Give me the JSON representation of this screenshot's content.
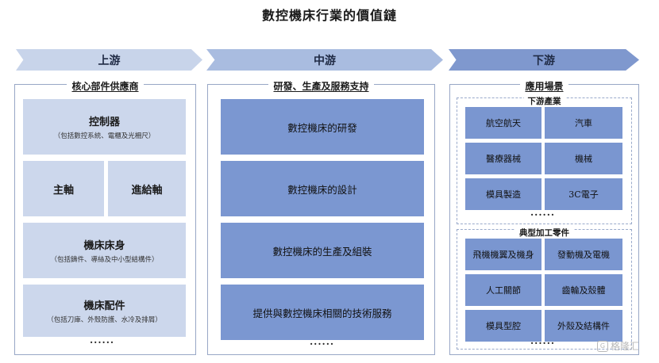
{
  "title": "數控機床行業的價值鏈",
  "stages": [
    {
      "label": "上游",
      "panel_title": "核心部件供應商",
      "items": [
        {
          "name": "控制器",
          "note": "（包括數控系統、電櫃及光柵尺）"
        },
        {
          "name": "主軸",
          "note": ""
        },
        {
          "name": "進給軸",
          "note": ""
        },
        {
          "name": "機床床身",
          "note": "（包括鑄件、導絲及中小型結構件）"
        },
        {
          "name": "機床配件",
          "note": "（包括刀庫、外殼防護、水冷及排屑）"
        }
      ],
      "more": "······"
    },
    {
      "label": "中游",
      "panel_title": "研發、生產及服務支持",
      "items": [
        {
          "name": "數控機床的研發"
        },
        {
          "name": "數控機床的設計"
        },
        {
          "name": "數控機床的生產及組裝"
        },
        {
          "name": "提供與數控機床相關的技術服務"
        }
      ],
      "more": "······"
    },
    {
      "label": "下游",
      "panel_title": "應用場景",
      "groups": [
        {
          "title": "下游產業",
          "items": [
            "航空航天",
            "汽車",
            "醫療器械",
            "機械",
            "模具製造",
            "3C電子"
          ],
          "more": "······"
        },
        {
          "title": "典型加工零件",
          "items": [
            "飛機機翼及機身",
            "發動機及電機",
            "人工關節",
            "齒輪及殼體",
            "模具型腔",
            "外殼及結構件"
          ],
          "more": "······"
        }
      ]
    }
  ],
  "watermark": "格隆汇",
  "watermark_icon": "G",
  "colors": {
    "upstream": "#ccd7ec",
    "midstream": "#7b97d1",
    "downstream": "#7a96d0"
  }
}
